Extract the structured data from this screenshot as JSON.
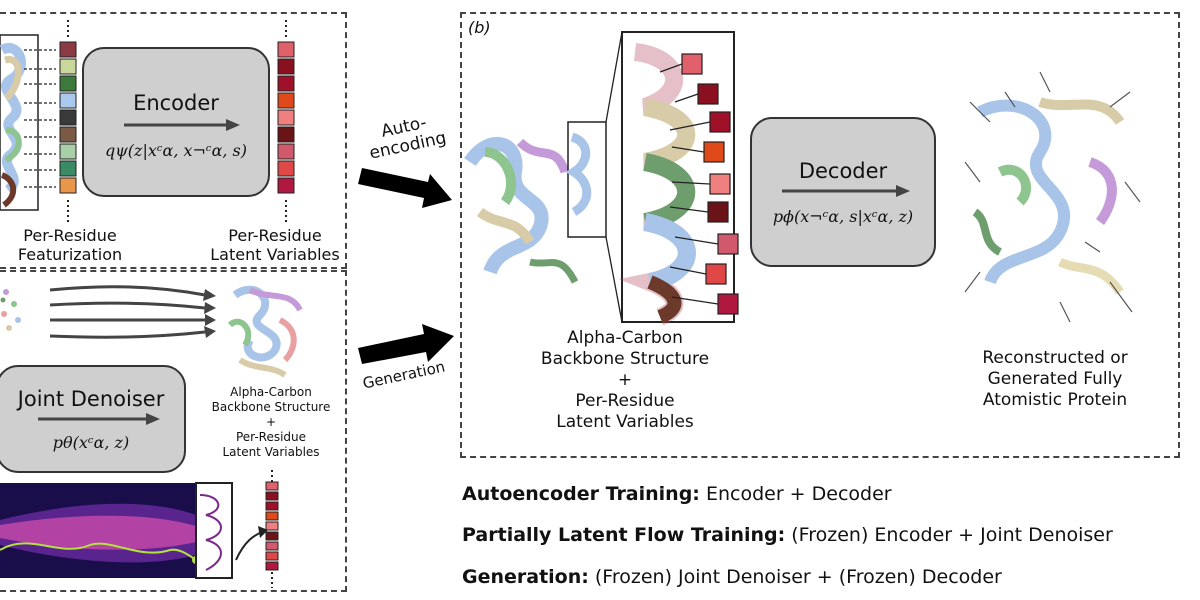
{
  "panel_b_tag": "(b)",
  "encoder": {
    "title": "Encoder",
    "formula": "qψ(z|xᶜα, x¬ᶜα, s)"
  },
  "decoder": {
    "title": "Decoder",
    "formula": "pϕ(x¬ᶜα, s|xᶜα, z)"
  },
  "denoiser": {
    "title": "Joint Denoiser",
    "formula": "pθ(xᶜα, z)"
  },
  "labels": {
    "featurization": [
      "Per-Residue",
      "Featurization"
    ],
    "latent_vars": [
      "Per-Residue",
      "Latent Variables"
    ],
    "autoencoding": [
      "Auto-",
      "encoding"
    ],
    "generation": "Generation",
    "alpha_small": [
      "Alpha-Carbon",
      "Backbone Structure",
      "+",
      "Per-Residue",
      "Latent Variables"
    ],
    "alpha_big": [
      "Alpha-Carbon",
      "Backbone Structure",
      "+",
      "Per-Residue",
      "Latent Variables"
    ],
    "reconstructed": [
      "Reconstructed or",
      "Generated Fully",
      "Atomistic Protein"
    ]
  },
  "legend": [
    {
      "bold": "Autoencoder Training:",
      "rest": " Encoder + Decoder"
    },
    {
      "bold": "Partially Latent Flow Training:",
      "rest": " (Frozen) Encoder + Joint Denoiser"
    },
    {
      "bold": "Generation:",
      "rest": " (Frozen) Joint Denoiser + (Frozen) Decoder"
    }
  ],
  "colors": {
    "box_gray": "#cfcfcf",
    "feature_cells": [
      "#8c3a44",
      "#c9d79a",
      "#3c7a3c",
      "#a8c8ec",
      "#3a3a3a",
      "#7a5a44",
      "#a8cfa8",
      "#3a8a66",
      "#e8964a"
    ],
    "latent_cells": [
      "#e0606c",
      "#8a1020",
      "#a01028",
      "#e04a1a",
      "#f08080",
      "#6a1418",
      "#d05a6c",
      "#e04848",
      "#b01840"
    ],
    "protein_colors": [
      "#a8c4e8",
      "#d8cba8",
      "#8ec48e",
      "#c49ad8",
      "#e8a0a0",
      "#6e9e6e",
      "#e6dcb4"
    ]
  }
}
